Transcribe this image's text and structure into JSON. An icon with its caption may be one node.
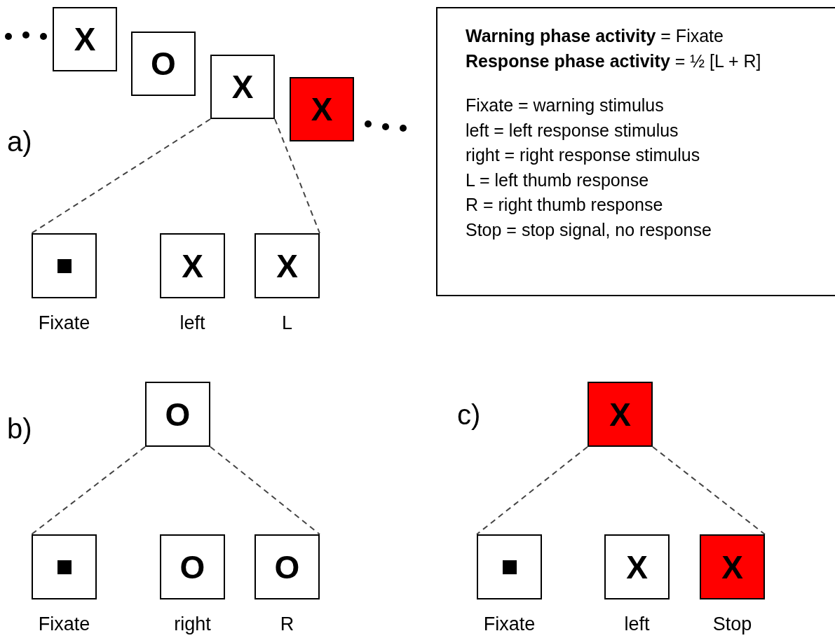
{
  "diagram": {
    "nodes": [
      {
        "text": [
          "X"
        ]
      },
      {
        "text": [
          "O"
        ]
      },
      {
        "text": [
          "X"
        ]
      },
      {
        "text": [
          "X"
        ]
      },
      {
        "text": [],
        "shape": "box",
        "beside": [
          "Fixate"
        ]
      },
      {
        "text": [
          "X"
        ],
        "beside": [
          "left"
        ]
      },
      {
        "text": [
          "X"
        ],
        "beside": [
          "L"
        ]
      },
      {
        "text": [
          "O"
        ]
      },
      {
        "text": [],
        "shape": "box",
        "beside": [
          "Fixate"
        ]
      },
      {
        "text": [
          "O"
        ],
        "beside": [
          "right"
        ]
      },
      {
        "text": [
          "O"
        ],
        "beside": [
          "R"
        ]
      },
      {
        "text": [
          "X"
        ]
      },
      {
        "text": [],
        "shape": "box",
        "beside": [
          "Fixate"
        ]
      },
      {
        "text": [
          "X"
        ],
        "beside": [
          "left"
        ]
      },
      {
        "text": [
          "X"
        ],
        "beside": [
          "Stop"
        ]
      },
      {
        "text": [
          "**Warning phase activity** = Fixate",
          "**Response phase activity** = ½ [L + R]",
          "Fixate = warning stimulus",
          "left = left response stimulus",
          "right = right response stimulus",
          "L = left thumb response",
          "R = right thumb response",
          "Stop = stop signal, no response"
        ]
      }
    ],
    "edges": [
      {
        "from": 2,
        "to": 4,
        "arrow": "none",
        "style": "dashed"
      },
      {
        "from": 2,
        "to": 6,
        "arrow": "none",
        "style": "dashed"
      },
      {
        "from": 7,
        "to": 8,
        "arrow": "none",
        "style": "dashed"
      },
      {
        "from": 7,
        "to": 10,
        "arrow": "none",
        "style": "dashed"
      },
      {
        "from": 11,
        "to": 12,
        "arrow": "none",
        "style": "dashed"
      },
      {
        "from": 11,
        "to": 14,
        "arrow": "none",
        "style": "dashed"
      }
    ],
    "labels": [
      "a)",
      "b)",
      "c)"
    ]
  }
}
